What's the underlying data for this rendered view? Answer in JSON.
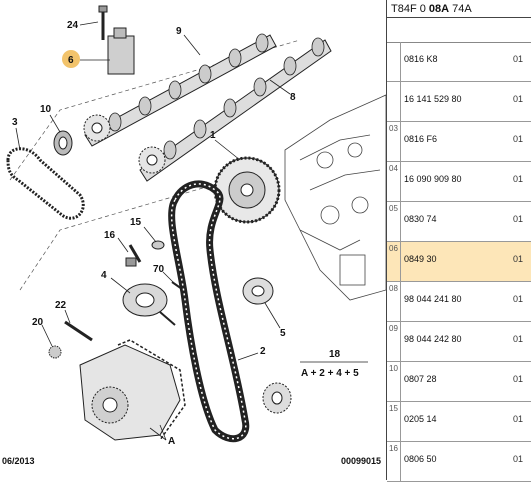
{
  "header": {
    "prefix": "T84F 0 ",
    "bold": "08A",
    "suffix": " 74A"
  },
  "callouts": {
    "c24": "24",
    "c6": "6",
    "c9": "9",
    "c8": "8",
    "c10": "10",
    "c3": "3",
    "c1": "1",
    "c15": "15",
    "c16": "16",
    "c70": "70",
    "c4": "4",
    "c22": "22",
    "c20": "20",
    "c5": "5",
    "c2": "2",
    "c18": "18",
    "formula": "A + 2 + 4 + 5",
    "cA": "A"
  },
  "footer": {
    "date": "06/2013",
    "code": "00099015"
  },
  "parts": [
    {
      "index": "",
      "ref": "0816 K8",
      "qty": "01",
      "selected": false
    },
    {
      "index": "",
      "ref": "16 141 529 80",
      "qty": "01",
      "selected": false
    },
    {
      "index": "03",
      "ref": "0816 F6",
      "qty": "01",
      "selected": false
    },
    {
      "index": "04",
      "ref": "16 090 909 80",
      "qty": "01",
      "selected": false
    },
    {
      "index": "05",
      "ref": "0830 74",
      "qty": "01",
      "selected": false
    },
    {
      "index": "06",
      "ref": "0849 30",
      "qty": "01",
      "selected": true
    },
    {
      "index": "08",
      "ref": "98 044 241 80",
      "qty": "01",
      "selected": false
    },
    {
      "index": "09",
      "ref": "98 044 242 80",
      "qty": "01",
      "selected": false
    },
    {
      "index": "10",
      "ref": "0807 28",
      "qty": "01",
      "selected": false
    },
    {
      "index": "15",
      "ref": "0205 14",
      "qty": "01",
      "selected": false
    },
    {
      "index": "16",
      "ref": "0806 50",
      "qty": "01",
      "selected": false
    }
  ],
  "colors": {
    "highlight": "#f2c36b",
    "selected_row": "#fde6b8"
  }
}
